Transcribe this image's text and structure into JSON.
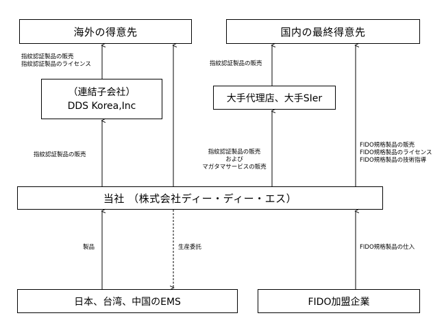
{
  "boxes": {
    "overseas": "海外の得意先",
    "domestic": "国内の最終得意先",
    "subsidiary_line1": "（連結子会社）",
    "subsidiary_line2": "DDS Korea,Inc",
    "agency": "大手代理店、大手SIer",
    "company": "当社 （株式会社ディー・ディー・エス）",
    "ems": "日本、台湾、中国のEMS",
    "fido": "FIDO加盟企業"
  },
  "labels": {
    "top_left": [
      "指紋認証製品の販売",
      "指紋認証製品のライセンス"
    ],
    "top_mid": "指紋認証製品の販売",
    "mid_left": "指紋認証製品の販売",
    "mid_center": [
      "指紋認証製品の販売",
      "および",
      "マガタマサービスの販売"
    ],
    "mid_right": [
      "FIDO規格製品の販売",
      "FIDO規格製品のライセンス",
      "FIDO規格製品の技術指導"
    ],
    "bottom_products": "製品",
    "bottom_outsourcing": "生産委託",
    "bottom_fido": "FIDO規格製品の仕入"
  }
}
